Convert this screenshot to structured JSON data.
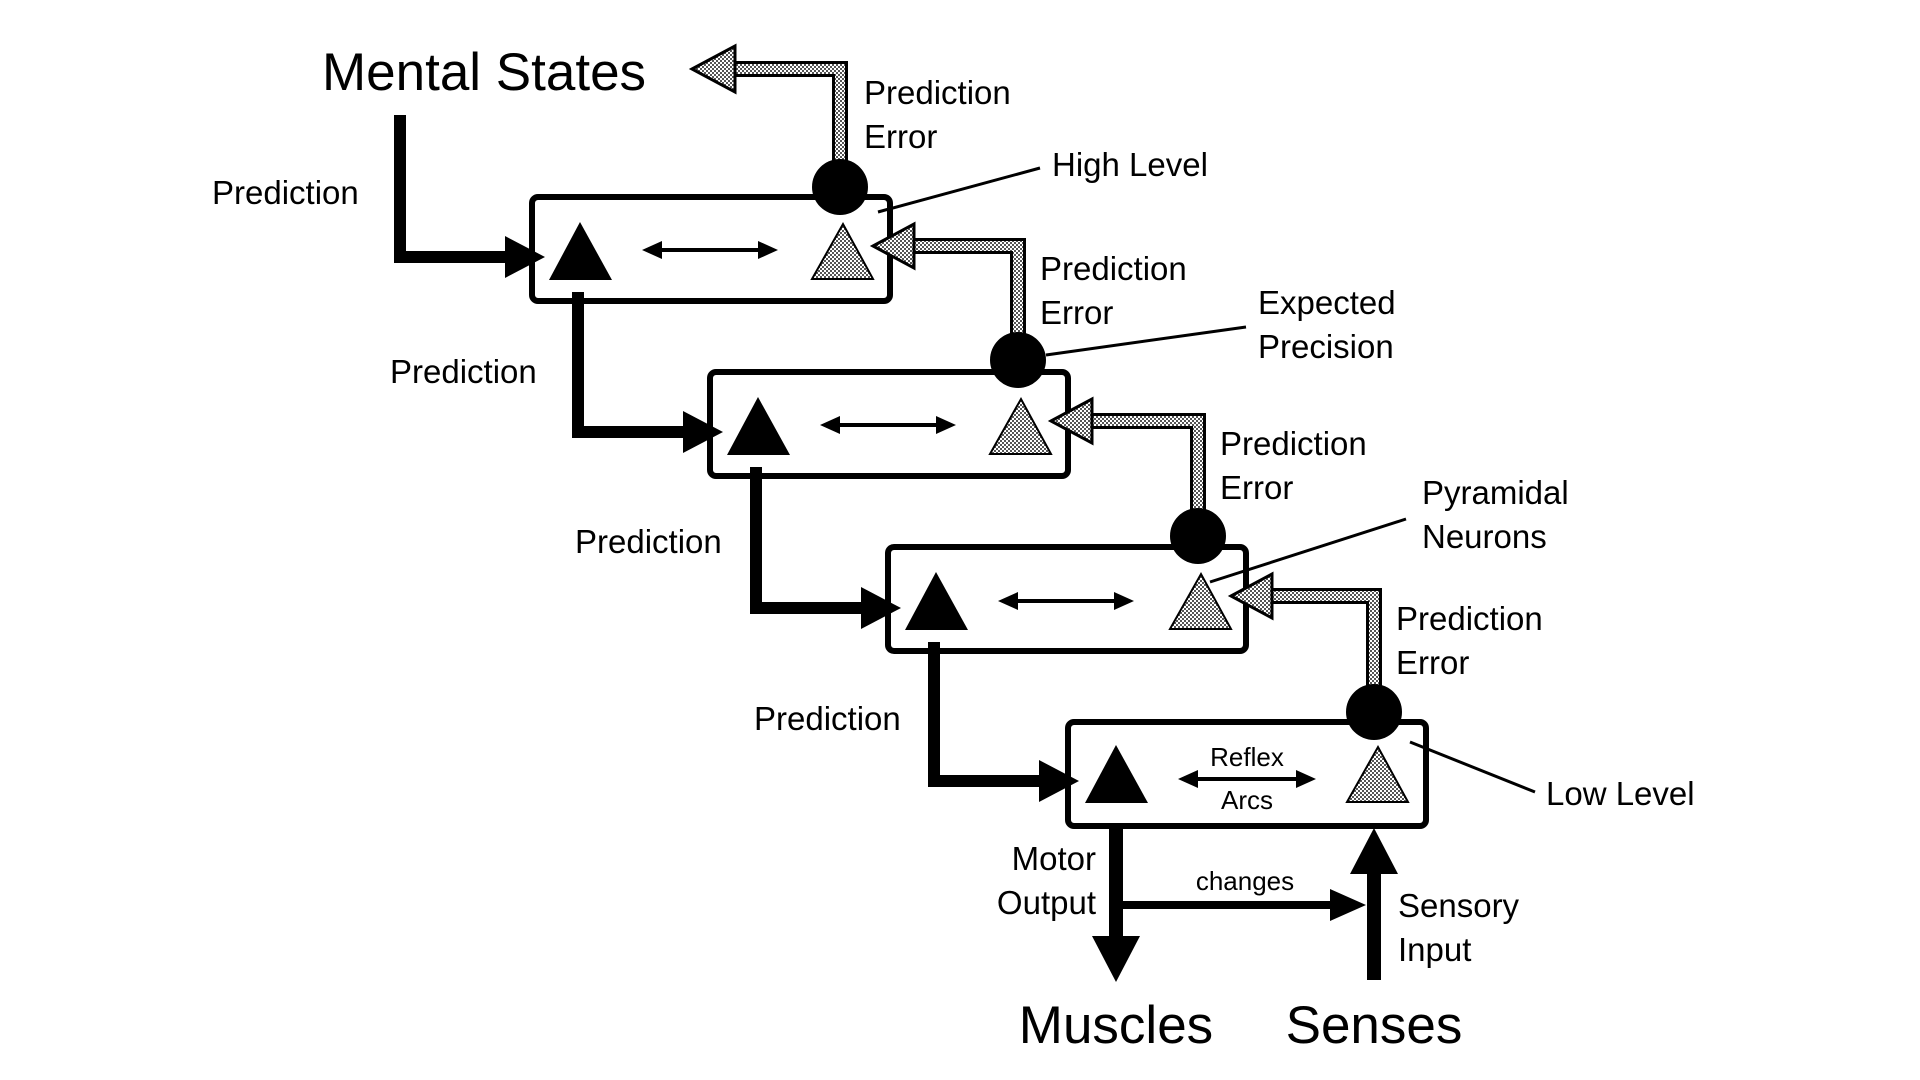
{
  "labels": {
    "mental_states": "Mental States",
    "muscles": "Muscles",
    "senses": "Senses",
    "high_level": "High Level",
    "low_level": "Low Level",
    "expected_precision": [
      "Expected",
      "Precision"
    ],
    "pyramidal_neurons": [
      "Pyramidal",
      "Neurons"
    ],
    "prediction": "Prediction",
    "prediction_error": [
      "Prediction",
      "Error"
    ],
    "reflex_arcs": [
      "Reflex",
      "Arcs"
    ],
    "motor_output": [
      "Motor",
      "Output"
    ],
    "sensory_input": [
      "Sensory",
      "Input"
    ],
    "changes": "changes"
  },
  "levels": [
    {
      "name": "level-1-high"
    },
    {
      "name": "level-2"
    },
    {
      "name": "level-3"
    },
    {
      "name": "level-4-low"
    }
  ],
  "colors": {
    "ink": "#000000",
    "error_fill": "#bdbdbd",
    "background": "#ffffff"
  }
}
